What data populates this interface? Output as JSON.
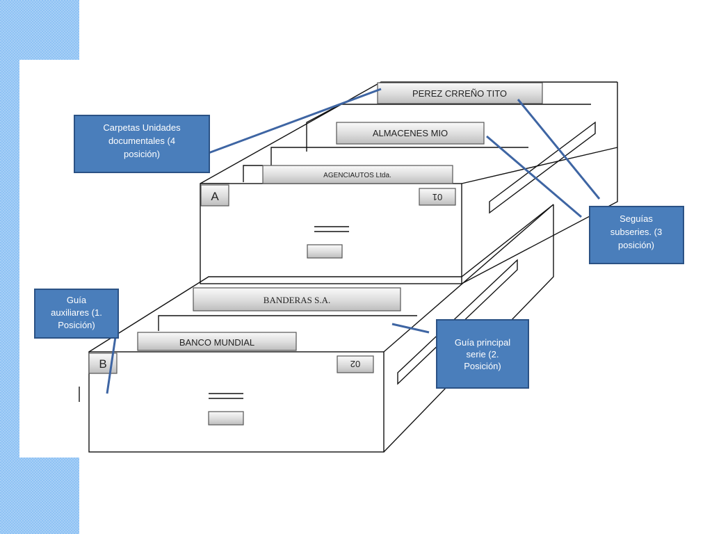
{
  "tabs": {
    "perez": "PEREZ CRREÑO TITO",
    "almacenes": "ALMACENES MIO",
    "agenciautos": "AGENCIAUTOS  Ltda.",
    "banderas": "BANDERAS S.A.",
    "banco": "BANCO MUNDIAL"
  },
  "drawers": {
    "a": {
      "letter": "A",
      "number": "01"
    },
    "b": {
      "letter": "B",
      "number": "02"
    }
  },
  "callouts": {
    "carpetas": [
      "Carpetas Unidades",
      "documentales (4",
      "posición)"
    ],
    "seguias": [
      "Seguías",
      "subseries. (3",
      "posición)"
    ],
    "guia_aux": [
      "Guía",
      "auxiliares (1.",
      "Posición)"
    ],
    "guia_principal": [
      "Guía principal",
      "serie (2.",
      "Posición)"
    ]
  },
  "colors": {
    "callout_fill": "#4a7ebb",
    "leader": "#3e65a3",
    "side_strip": "#8ec2f4"
  }
}
